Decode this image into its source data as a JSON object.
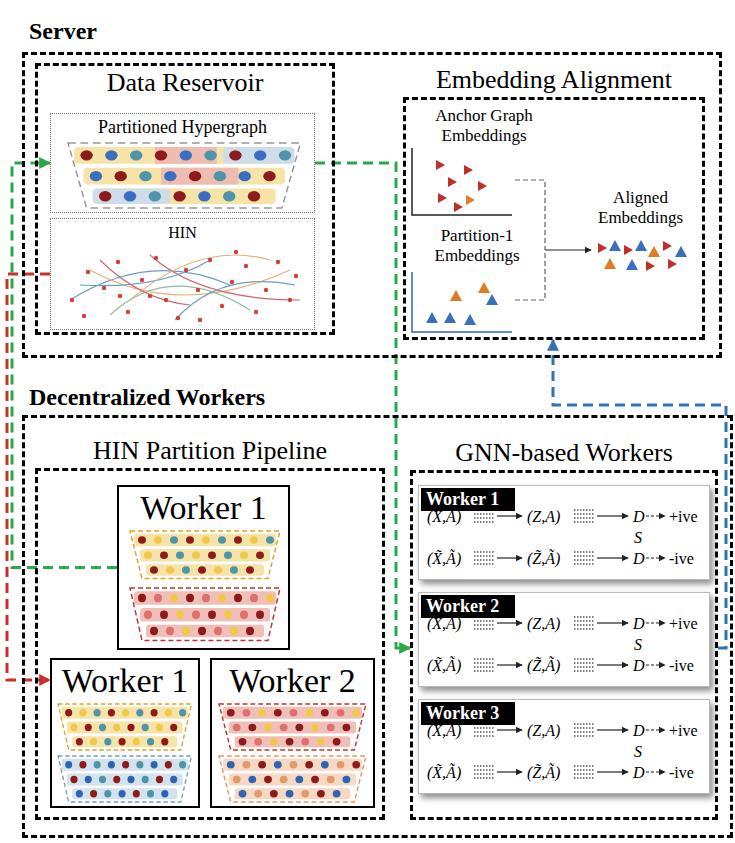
{
  "diagram": {
    "nodes": [
      {
        "text": [
          "Server"
        ]
      },
      {
        "text": [
          "Data Reservoir"
        ],
        "in": 0
      },
      {
        "text": [
          "Partitioned Hypergraph"
        ],
        "in": 1
      },
      {
        "text": [
          "HIN"
        ],
        "in": 1
      },
      {
        "text": [
          "Embedding Alignment",
          "Anchor Graph Embeddings",
          "Partition-1 Embeddings",
          "Aligned Embeddings"
        ],
        "in": 0
      },
      {
        "text": [
          "Decentralized Workers"
        ]
      },
      {
        "text": [
          "HIN Partition Pipeline"
        ],
        "in": 5
      },
      {
        "text": [
          "Worker 1"
        ],
        "in": 6
      },
      {
        "text": [
          "Worker 1"
        ],
        "in": 6
      },
      {
        "text": [
          "Worker 2"
        ],
        "in": 6
      },
      {
        "text": [
          "GNN-based Workers"
        ],
        "in": 5
      },
      {
        "text": [
          "Worker 1",
          "(X,A)",
          "(Z,A)",
          "D",
          "+ive",
          "S",
          "(X̃,Ã)",
          "(Z̃,Ã)",
          "D",
          "-ive"
        ],
        "in": 10
      },
      {
        "text": [
          "Worker 2",
          "(X,A)",
          "(Z,A)",
          "D",
          "+ive",
          "S",
          "(X̃,Ã)",
          "(Z̃,Ã)",
          "D",
          "-ive"
        ],
        "in": 10
      },
      {
        "text": [
          "Worker 3",
          "(X,A)",
          "(Z,A)",
          "D",
          "+ive",
          "S",
          "(X̃,Ã)",
          "(Z̃,Ã)",
          "D",
          "-ive"
        ],
        "in": 10
      }
    ],
    "edges": [
      {
        "from": 7,
        "to": 2,
        "arrow": "to"
      },
      {
        "from": 2,
        "to": 10,
        "arrow": "to"
      },
      {
        "from": 3,
        "to": 8,
        "arrow": "to"
      },
      {
        "from": 10,
        "to": 4,
        "arrow": "to"
      }
    ]
  }
}
